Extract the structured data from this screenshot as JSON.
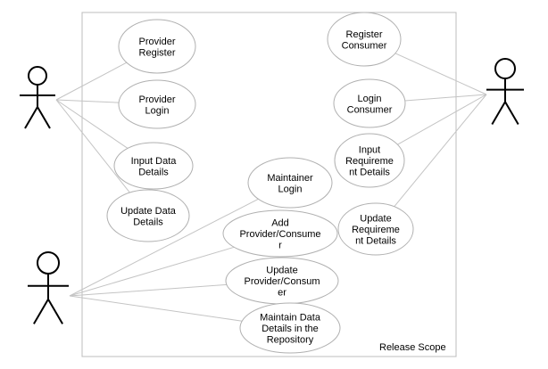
{
  "diagram": {
    "boundary_label": "Release Scope",
    "actors": [
      {
        "id": "actor-provider",
        "name": ""
      },
      {
        "id": "actor-consumer",
        "name": ""
      },
      {
        "id": "actor-maintainer",
        "name": ""
      }
    ],
    "use_cases": [
      {
        "id": "provider-register",
        "lines": [
          "Provider",
          "Register"
        ]
      },
      {
        "id": "provider-login",
        "lines": [
          "Provider",
          "Login"
        ]
      },
      {
        "id": "input-data-details",
        "lines": [
          "Input Data",
          "Details"
        ]
      },
      {
        "id": "update-data-details",
        "lines": [
          "Update Data",
          "Details"
        ]
      },
      {
        "id": "register-consumer",
        "lines": [
          "Register",
          "Consumer"
        ]
      },
      {
        "id": "login-consumer",
        "lines": [
          "Login",
          "Consumer"
        ]
      },
      {
        "id": "input-requirement-details",
        "lines": [
          "Input",
          "Requireme",
          "nt Details"
        ]
      },
      {
        "id": "update-requirement-details",
        "lines": [
          "Update",
          "Requireme",
          "nt Details"
        ]
      },
      {
        "id": "maintainer-login",
        "lines": [
          "Maintainer",
          "Login"
        ]
      },
      {
        "id": "add-provider-consumer",
        "lines": [
          "Add",
          "Provider/Consume",
          "r"
        ]
      },
      {
        "id": "update-provider-consumer",
        "lines": [
          "Update",
          "Provider/Consum",
          "er"
        ]
      },
      {
        "id": "maintain-data-details",
        "lines": [
          "Maintain Data",
          "Details in the",
          "Repository"
        ]
      }
    ],
    "associations": [
      [
        "actor-provider",
        "provider-register"
      ],
      [
        "actor-provider",
        "provider-login"
      ],
      [
        "actor-provider",
        "input-data-details"
      ],
      [
        "actor-provider",
        "update-data-details"
      ],
      [
        "actor-consumer",
        "register-consumer"
      ],
      [
        "actor-consumer",
        "login-consumer"
      ],
      [
        "actor-consumer",
        "input-requirement-details"
      ],
      [
        "actor-consumer",
        "update-requirement-details"
      ],
      [
        "actor-maintainer",
        "maintainer-login"
      ],
      [
        "actor-maintainer",
        "add-provider-consumer"
      ],
      [
        "actor-maintainer",
        "update-provider-consumer"
      ],
      [
        "actor-maintainer",
        "maintain-data-details"
      ]
    ]
  }
}
